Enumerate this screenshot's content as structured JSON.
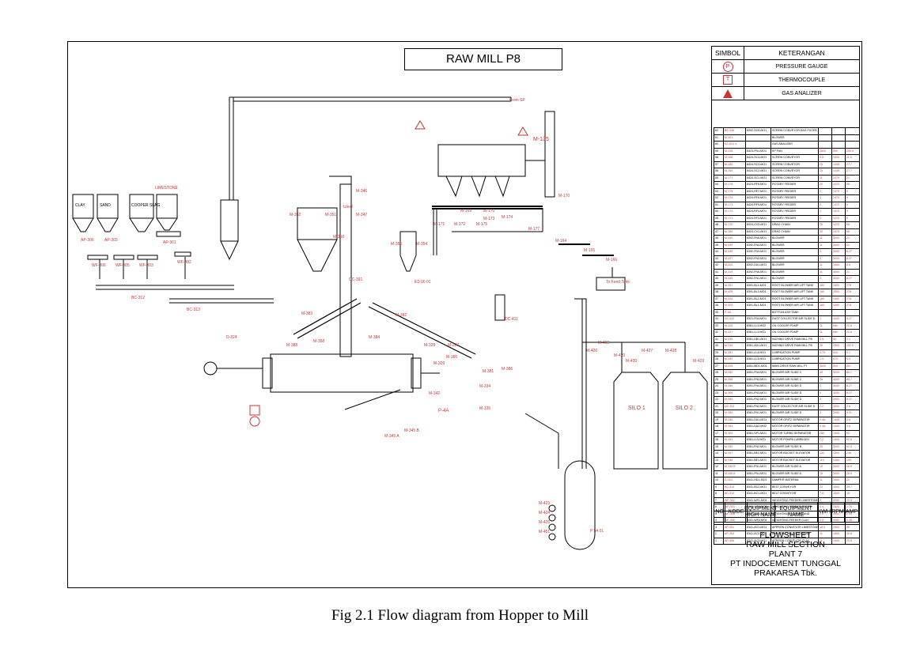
{
  "title": "RAW MILL P8",
  "caption": "Fig 2.1 Flow diagram from Hopper to Mill",
  "legend": {
    "header_symbol": "SIMBOL",
    "header_desc": "KETERANGAN",
    "items": [
      {
        "icon": "pressure-gauge-circle",
        "glyph": "P",
        "label": "PRESSURE GAUGE"
      },
      {
        "icon": "thermocouple-square",
        "glyph": "T",
        "label": "THERMOCOUPLE"
      },
      {
        "icon": "gas-analyzer-triangle",
        "glyph": "",
        "label": "GAS ANALIZER"
      }
    ]
  },
  "table_header": {
    "no": "NO",
    "kode": "KODE",
    "high": "EQUIPMENT HIGH NAME",
    "name": "EQUIPMENT NAME",
    "kwh": "KWH",
    "rpm": "RPM",
    "amp": "AMP"
  },
  "equipment": [
    [
      "62",
      "BC-536",
      "8392-SC8-MO1",
      "SCREW CONVEYOR BAG FILTER",
      "",
      "",
      ""
    ],
    [
      "61",
      "M-401",
      "",
      "BLOWER",
      "",
      "",
      ""
    ],
    [
      "60",
      "K2-D01.4",
      "",
      "GAS ANALIZER",
      "",
      "",
      ""
    ],
    [
      "59",
      "M-135",
      "8423-FN1-MO1",
      "EP FAN",
      "2800",
      "990",
      "254.9"
    ],
    [
      "58",
      "M-166",
      "8424-SC4-MO1",
      "SCREW CONVEYOR",
      "5.5",
      "1500",
      "11.5"
    ],
    [
      "57",
      "M-165",
      "8424-SC3-MO1",
      "SCREW CONVEYOR",
      "15",
      "1445",
      "27.7"
    ],
    [
      "56",
      "M-164",
      "8424-SC2-MO1",
      "SCREW CONVEYOR",
      "15",
      "1445",
      "27.7"
    ],
    [
      "55",
      "M-177",
      "8424-SC1-MO1",
      "SCREW CONVEYOR",
      "11",
      "1470",
      "21"
    ],
    [
      "54",
      "M-176",
      "8424-RF8-MO1",
      "ROTARY FEEDER",
      "30",
      "1470",
      "58"
    ],
    [
      "53",
      "M-175",
      "8424-RF7-MO1",
      "ROTARY FEEDER",
      "4",
      "1470",
      "9"
    ],
    [
      "52",
      "M-174",
      "8424-RF6-MO1",
      "ROTARY FEEDER",
      "4",
      "1470",
      "9"
    ],
    [
      "51",
      "M-173",
      "8424-RF5-MO1",
      "ROTARY FEEDER",
      "4",
      "1470",
      "9"
    ],
    [
      "50",
      "M-172",
      "8424-RF4-MO1",
      "ROTARY FEEDER",
      "4",
      "1470",
      "9"
    ],
    [
      "49",
      "M-171",
      "8424-RF3-MO1",
      "ROTARY FEEDER",
      "4",
      "1470",
      "9"
    ],
    [
      "48",
      "M-170",
      "8424-CV3-MO1",
      "DRAG CHAIN",
      "30",
      "1470",
      "58"
    ],
    [
      "47",
      "M-169",
      "8424-CV1-MO1",
      "DRAG CHAIN",
      "30",
      "1470",
      "58"
    ],
    [
      "46",
      "M-430",
      "8392-FN5-MO1",
      "BLOWER",
      "11",
      "3000",
      "21"
    ],
    [
      "45",
      "M-429",
      "8392-FN4-MO1",
      "BLOWER",
      "11",
      "3000",
      "21"
    ],
    [
      "44",
      "M-428",
      "8392-FN3-MO1",
      "BLOWER",
      "4",
      "3000",
      "8.27"
    ],
    [
      "43",
      "M-427",
      "8392-FN2-MO1",
      "BLOWER",
      "4",
      "3000",
      "8.27"
    ],
    [
      "42",
      "M-420",
      "8392-DA1-MO1",
      "BLOWER",
      "11",
      "1500",
      "5.6"
    ],
    [
      "41",
      "M-419",
      "8392-FN6-MO1",
      "BLOWER",
      "11",
      "3000",
      "21"
    ],
    [
      "40",
      "M-426",
      "8392-FN1-MO1",
      "BLOWER",
      "4",
      "3000",
      "8.27"
    ],
    [
      "39",
      "M-451",
      "8391-BL4-MO1",
      "ROOT BLOWER AIR LIFT TANK",
      "160",
      "1500",
      "278"
    ],
    [
      "38",
      "M-425",
      "8391-BL3-MO1",
      "ROOT BLOWER AIR LIFT TANK",
      "160",
      "1500",
      "278"
    ],
    [
      "37",
      "M-424",
      "8391-BL2-MO1",
      "ROOT BLOWER AIR LIFT TANK",
      "160",
      "1500",
      "278"
    ],
    [
      "36",
      "M-423",
      "8391-BL1-MO1",
      "ROOT BLOWER AIR LIFT TANK",
      "160",
      "1500",
      "278"
    ],
    [
      "35",
      "P-4A",
      "",
      "BOTTOM ASH TANK",
      "",
      "",
      ""
    ],
    [
      "34",
      "DC-411",
      "8321-FN4-MO1",
      "DUST COLLECTOR AIR SLIDE D",
      "4",
      "3000",
      "8.27"
    ],
    [
      "33",
      "M-328",
      "8361-LL3-MO2",
      "OIL COOLER PUMP",
      "11",
      "980",
      "22.5"
    ],
    [
      "32",
      "M-327",
      "8361-LL3-MO1",
      "OIL COOLER PUMP",
      "11",
      "980",
      "22.5"
    ],
    [
      "31",
      "M-335",
      "8361-DB1-MO1",
      "INCHING DRIVE RAW MILL P8",
      "0.5",
      "50",
      "1.1"
    ],
    [
      "30",
      "M-334",
      "8361-AD1-MO1",
      "INCHING DRIVE RAW MILL P8",
      "90",
      "1500",
      "152.5"
    ],
    [
      "29",
      "M-381",
      "8361-LL4-MO1",
      "LUBRICATION PUMP",
      "0.75",
      "915",
      "2.1"
    ],
    [
      "28",
      "M-342",
      "8361-LL3-MO1",
      "LUBRICATION PUMP",
      "1.5",
      "670",
      "4.9"
    ],
    [
      "27",
      "M-329",
      "8361-MD1-MO1",
      "MAIN DRIVE RAW MILL P7",
      "3600",
      "994",
      "557"
    ],
    [
      "26",
      "M-382",
      "8361-FN4-MO1",
      "BLOWER AIR SLIDE C",
      "45",
      "3000",
      "80.7"
    ],
    [
      "25",
      "M-358",
      "8361-FN3-MO1",
      "BLOWER AIR SLIDE C",
      "45",
      "3000",
      "80.7"
    ],
    [
      "24",
      "M-386",
      "8391-FN4-MO1",
      "BLOWER AIR SLIDE D",
      "4",
      "3000",
      "8.27"
    ],
    [
      "23",
      "M-366",
      "8391-FN3-MO1",
      "BLOWER AIR SLIDE D",
      "4",
      "3000",
      "8.27"
    ],
    [
      "22",
      "M-384",
      "8391-FN2-MO1",
      "BLOWER AIR SLIDE D",
      "4",
      "3000",
      "8.27"
    ],
    [
      "21",
      "DC-391",
      "8361-FN2-MO1",
      "DUST COLLECTOR AIR SLIDE D",
      "2.2",
      "3000",
      "3.8"
    ],
    [
      "20",
      "M-383",
      "8361-FN1-MO1",
      "BLOWER AIR SLIDE D",
      "3",
      "3000",
      "5.91"
    ],
    [
      "19",
      "M-356",
      "8361-DA1-MO1",
      "MOTOR GRITZ SEPARATOR",
      "0.48",
      "1440",
      "3.8"
    ],
    [
      "18",
      "M-354",
      "8361-DA2-MO2",
      "MOTOR GRITZ SEPARATOR",
      "0.48",
      "1440",
      "3.8"
    ],
    [
      "17",
      "M-352",
      "8361-SP1-MO1",
      "MOTOR TURBO SEPARATOR",
      "280",
      "1500",
      "52"
    ],
    [
      "16",
      "M-351",
      "8361-LL5-MO1",
      "MOTOR POMPA LUBRIKASI",
      "2.2",
      "1500",
      "52.5"
    ],
    [
      "15",
      "M-350",
      "8361-FN2-MO1",
      "BLOWER AIR SLIDE B",
      "30",
      "3000",
      "52.5"
    ],
    [
      "14",
      "M-347",
      "8361-BE2-MO1",
      "MOTOR BUCKET ELEVATOR",
      "132",
      "1500",
      "238"
    ],
    [
      "13",
      "M-346",
      "8361-BE1-MO1",
      "MOTOR BUCKET ELEVATOR",
      "110",
      "1485",
      "195"
    ],
    [
      "12",
      "M-345 B",
      "8361-FN1-MO1",
      "BLOWER AIR SLIDE A",
      "15",
      "3000",
      "28.5"
    ],
    [
      "11",
      "M-345 A",
      "8361-FN1-MO1",
      "BLOWER AIR SLIDE A",
      "15",
      "3000",
      "28.5"
    ],
    [
      "10",
      "D-324",
      "8341-HD1-MO1",
      "DAMPER MATERIAL",
      "11",
      "1500",
      "22"
    ],
    [
      "9",
      "BC-313",
      "8341-BC2-MO1",
      "BELT CONVEYOR",
      "22",
      "1500",
      "39.7"
    ],
    [
      "8",
      "BC-312",
      "8341-BC1-MO1",
      "BELT CONVEYOR",
      "7.5",
      "1500",
      "15"
    ],
    [
      "7",
      "WF-302",
      "8341-WF1-MO1",
      "WEIGHTING FEEDER LIMESTONE",
      "3",
      "2000",
      "12.5"
    ],
    [
      "6",
      "WF-303",
      "8341-WF4-MO1",
      "WEIGHTING FEEDER PYRITE",
      "0.4",
      "2500",
      "1.75"
    ],
    [
      "5",
      "WF-305",
      "8341-WF3-MO1",
      "WEIGHTING FEEDER SAND",
      "0.5",
      "3000",
      "0.45"
    ],
    [
      "4",
      "WF-306",
      "8341-WF2-MO1",
      "WEIGHTING FEEDER CLAY",
      "0.5",
      "3000",
      "0.45"
    ],
    [
      "3",
      "AP-301",
      "8341-AC1-MO1",
      "APPRON CONVEYOR LIMESTONE",
      "18.5",
      "1500",
      "49"
    ],
    [
      "2",
      "AP-303",
      "8341-AC2-MO1",
      "APPRON CONVEYOR SAND",
      "11",
      "1500",
      "29.5"
    ],
    [
      "1",
      "AP-306",
      "8341-AC3-MO1",
      "APPRON CONVEYOR CLAY",
      "11",
      "1500",
      "29.5"
    ]
  ],
  "flowsheet": {
    "line1": "FLOWSHEET",
    "line2": "RAW MILL SECTION",
    "line3": "PLANT 7",
    "line4": "PT INDOCEMENT TUNGGAL PRAKARSA Tbk."
  },
  "diagram": {
    "hoppers": [
      "CLAY",
      "SAND",
      "COOPER SLAG"
    ],
    "limestone": "LIMESTONE",
    "from_sp": "From SP",
    "to_feed_tank": "To Feed Tank",
    "silo1": "SILO 1",
    "silo2": "SILO 2",
    "labels": {
      "ap306": "AP-306",
      "ap303": "AP-303",
      "ap301": "AP-301",
      "wf306": "WF-306",
      "wf305": "WF-305",
      "wf303": "WF-303",
      "wf302": "WF-302",
      "bc312": "BC-312",
      "bc313": "BC-313",
      "d324": "D-324",
      "m135": "M-135",
      "m170": "M-170",
      "m169": "M-169",
      "m176": "M-176",
      "m174": "M-174",
      "m173": "M-173",
      "m171": "M-171",
      "m172": "M-172",
      "m175": "M-175",
      "m177": "M-177",
      "m164": "M-164",
      "m165": "M-165",
      "m166": "M-166",
      "m346": "M-346",
      "m347": "M-347",
      "m351": "M-351",
      "m352": "M-352",
      "m350": "M-350",
      "m356": "M-356",
      "m354": "M-354",
      "es": "ES 06 01",
      "dc391": "DC-391",
      "dc411": "DC-411",
      "m383": "M-383",
      "m358": "M-358",
      "m382": "M-382",
      "m384": "M-384",
      "m388": "M-388",
      "m385": "M-385",
      "m386": "M-386",
      "m328": "M-328",
      "m327": "M-327",
      "m329": "M-329",
      "m381": "M-381",
      "m334": "M-334",
      "m342": "M-342",
      "m335": "M-335",
      "p4a": "P-4A",
      "m345a": "M-345 A",
      "m345b": "M-345 B",
      "m419": "M-419",
      "m426": "M-426",
      "m420": "M-420",
      "m430": "M-430",
      "m427": "M-427",
      "m428": "M-428",
      "m429": "M-429",
      "m423": "M-423",
      "m424": "M-424",
      "m425": "M-425",
      "m451": "M-451",
      "p5401": "P 54 01",
      "used": "Used"
    }
  }
}
